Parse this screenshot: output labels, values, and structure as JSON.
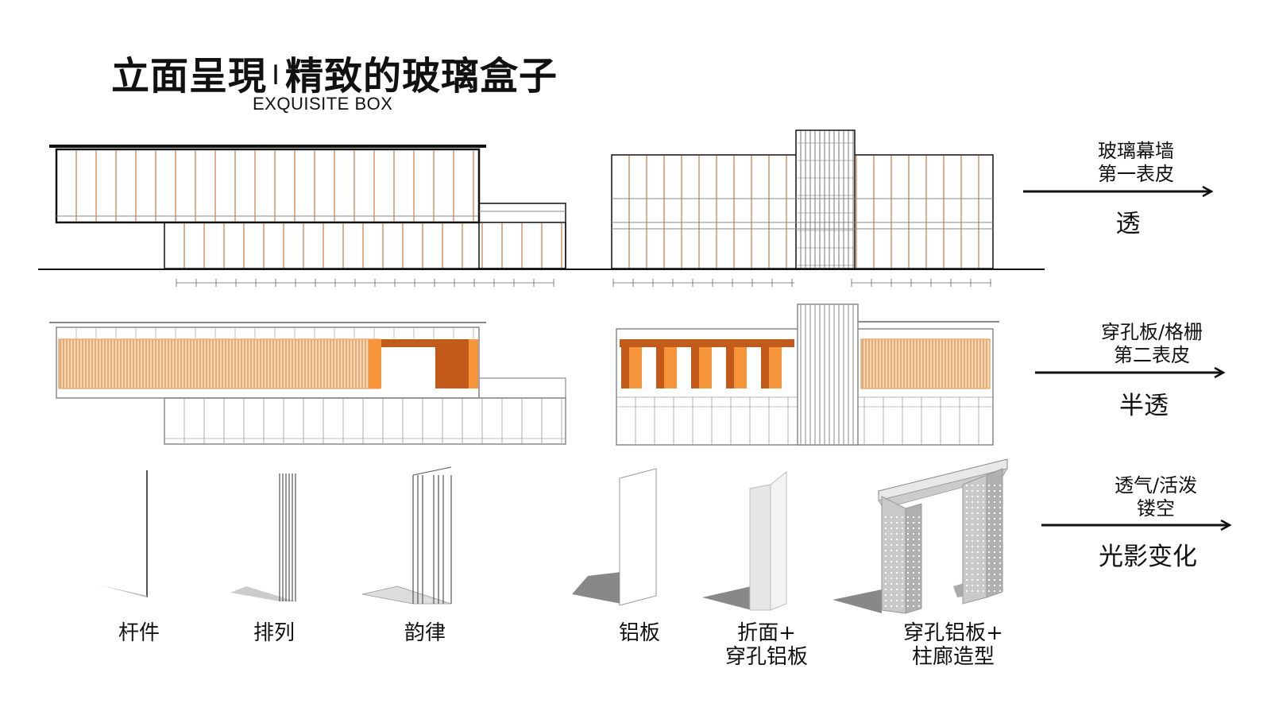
{
  "title": {
    "part1": "立面呈現",
    "separator": "I",
    "part2": "精致的玻璃盒子",
    "subtitle": "EXQUISITE BOX"
  },
  "rows": [
    {
      "note_line1": "玻璃幕墙",
      "note_line2": "第一表皮",
      "effect": "透"
    },
    {
      "note_line1": "穿孔板/格栅",
      "note_line2": "第二表皮",
      "effect": "半透"
    },
    {
      "note_line1": "透气/活泼",
      "note_line2": "镂空",
      "effect": "光影变化"
    }
  ],
  "components": [
    {
      "line1": "杆件",
      "line2": ""
    },
    {
      "line1": "排列",
      "line2": ""
    },
    {
      "line1": "韵律",
      "line2": ""
    },
    {
      "line1": "铝板",
      "line2": ""
    },
    {
      "line1": "折面+",
      "line2": "穿孔铝板"
    },
    {
      "line1": "穿孔铝板+",
      "line2": "柱廊造型"
    }
  ],
  "colors": {
    "orange": "#f6953a",
    "dark_orange": "#c35a1a",
    "mullion": "#c87b45",
    "line": "#111111",
    "grey": "#888888"
  }
}
